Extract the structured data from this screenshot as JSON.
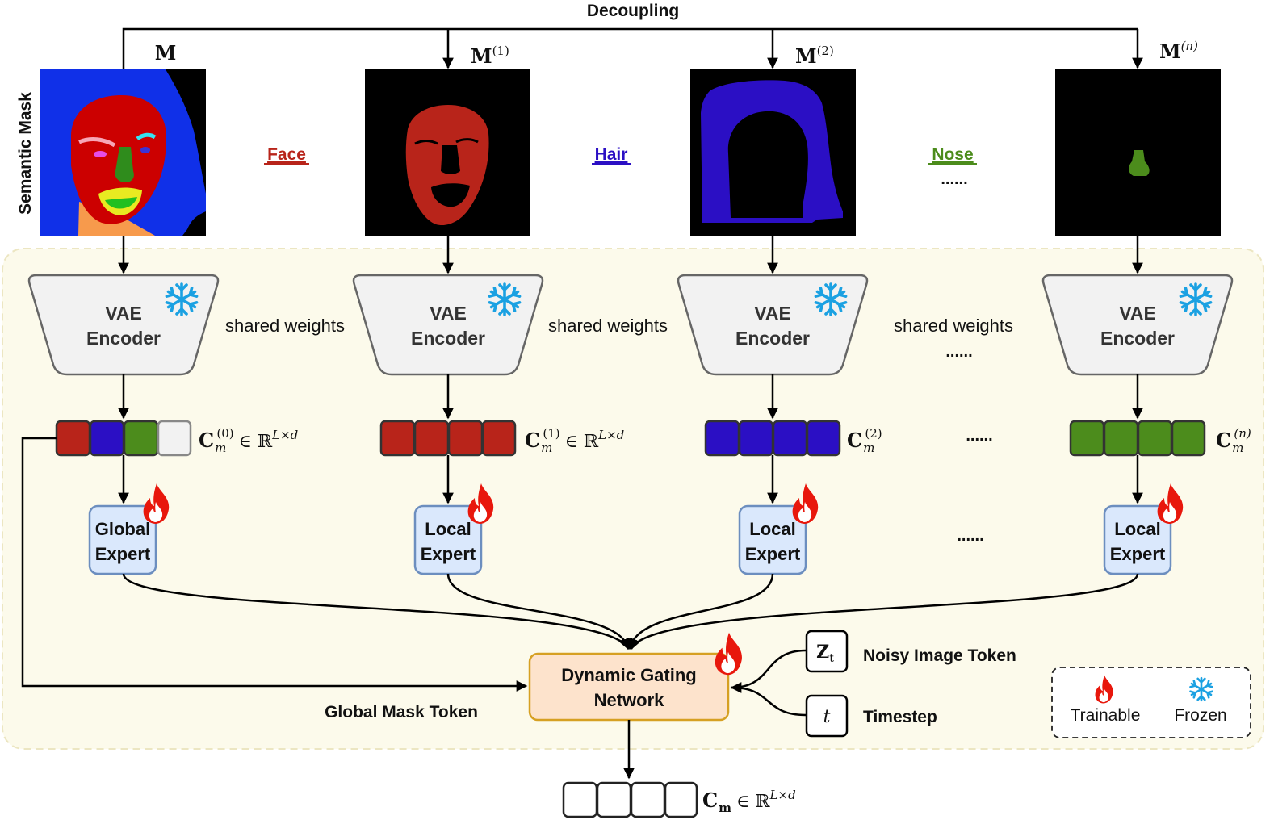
{
  "title": "Decoupling",
  "side_label": "Semantic Mask",
  "masks": [
    {
      "symbol": "M",
      "sup": ""
    },
    {
      "symbol": "M",
      "sup": "(1)"
    },
    {
      "symbol": "M",
      "sup": "(2)"
    },
    {
      "symbol": "M",
      "sup": "(n)"
    }
  ],
  "region_labels": {
    "face": "Face",
    "hair": "Hair",
    "nose": "Nose",
    "ellipsis": "......"
  },
  "encoder": {
    "line1": "VAE",
    "line2": "Encoder"
  },
  "shared_weights": "shared weights",
  "tokens": [
    {
      "symbol": "C",
      "sub": "m",
      "sup": "(0)",
      "space": "∈ ℝ",
      "dim": "L×d"
    },
    {
      "symbol": "C",
      "sub": "m",
      "sup": "(1)",
      "space": "∈ ℝ",
      "dim": "L×d"
    },
    {
      "symbol": "C",
      "sub": "m",
      "sup": "(2)",
      "space": "",
      "dim": ""
    },
    {
      "symbol": "C",
      "sub": "m",
      "sup": "(n)",
      "space": "",
      "dim": ""
    }
  ],
  "experts": {
    "global": {
      "line1": "Global",
      "line2": "Expert"
    },
    "local": {
      "line1": "Local",
      "line2": "Expert"
    }
  },
  "gating": {
    "line1": "Dynamic Gating",
    "line2": "Network"
  },
  "global_mask_token": "Global Mask Token",
  "inputs": {
    "noisy_symbol": "Z",
    "noisy_sub": "t",
    "noisy_label": "Noisy Image Token",
    "timestep_symbol": "t",
    "timestep_label": "Timestep"
  },
  "legend": {
    "trainable": "Trainable",
    "frozen": "Frozen"
  },
  "output": {
    "symbol": "C",
    "sub": "m",
    "space": "∈ ℝ",
    "dim": "L×d"
  },
  "colors": {
    "face": "#b8241a",
    "hair": "#2b0fc4",
    "nose": "#4c8c1c",
    "empty": "#f2f2f2",
    "panel_bg": "#fcfaeb",
    "panel_border": "#ece6c2",
    "encoder_fill": "#f2f2f2",
    "expert_fill": "#dae8fc",
    "expert_stroke": "#6c8ebf",
    "gating_fill": "#fde3cc",
    "gating_stroke": "#d6a023",
    "fire": "#e8170c",
    "snow": "#1ba1e2"
  }
}
